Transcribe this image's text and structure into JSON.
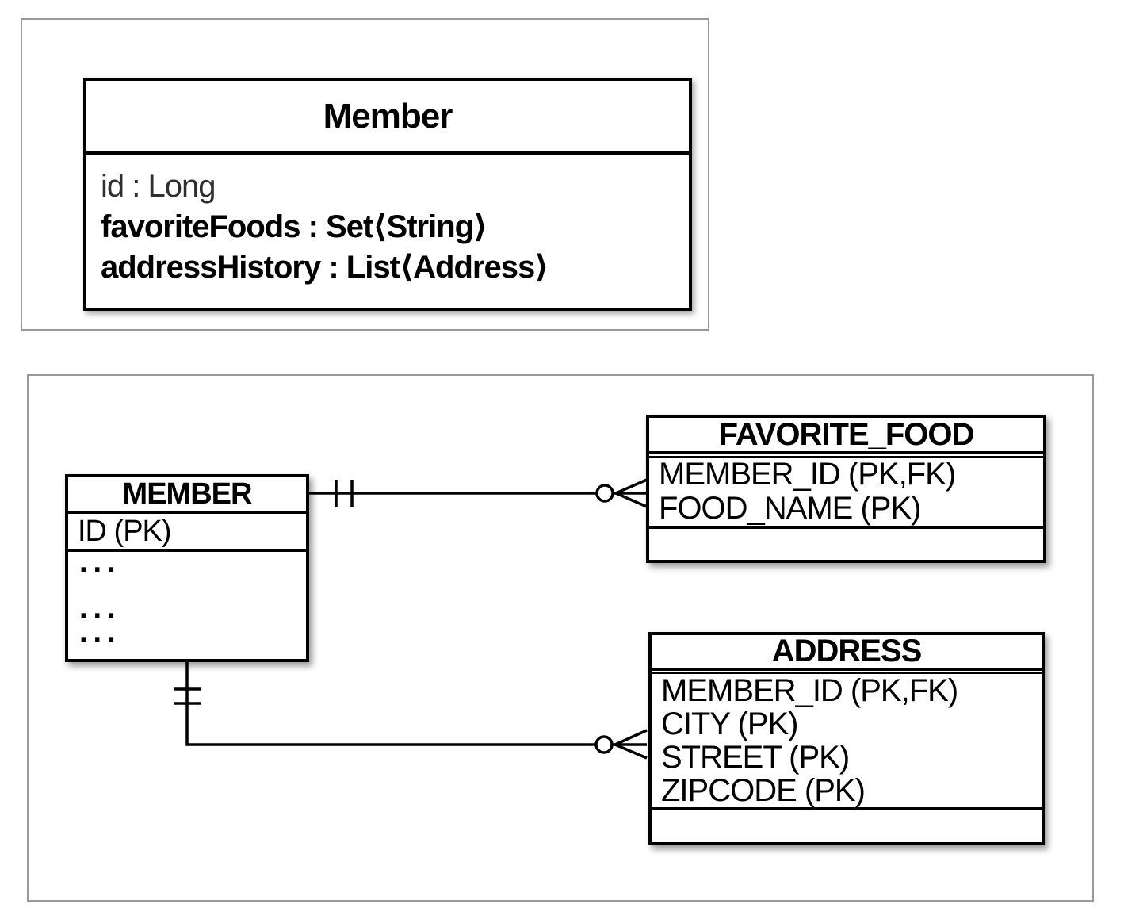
{
  "page": {
    "background": "#ffffff"
  },
  "colors": {
    "panel_border": "#9a9a9a",
    "box_border": "#000000",
    "line": "#000000",
    "text": "#000000",
    "muted_text": "#2e2e2e"
  },
  "uml_class": {
    "title": "Member",
    "fields": [
      {
        "text": "id : Long",
        "emphasis": "regular"
      },
      {
        "text": "favoriteFoods : Set⟨String⟩",
        "emphasis": "bold"
      },
      {
        "text": "addressHistory : List⟨Address⟩",
        "emphasis": "bold"
      }
    ]
  },
  "er": {
    "tables": [
      {
        "name": "MEMBER",
        "columns": [
          "ID (PK)",
          "...",
          "...",
          "..."
        ]
      },
      {
        "name": "FAVORITE_FOOD",
        "columns": [
          "MEMBER_ID (PK,FK)",
          "FOOD_NAME (PK)"
        ]
      },
      {
        "name": "ADDRESS",
        "columns": [
          "MEMBER_ID (PK,FK)",
          "CITY (PK)",
          "STREET (PK)",
          "ZIPCODE (PK)"
        ]
      }
    ],
    "relationships": [
      {
        "from": "MEMBER",
        "to": "FAVORITE_FOOD",
        "from_cardinality": "one and only one (||)",
        "to_cardinality": "zero or many (o<)"
      },
      {
        "from": "MEMBER",
        "to": "ADDRESS",
        "from_cardinality": "one and only one (||)",
        "to_cardinality": "zero or many (o<)"
      }
    ]
  }
}
